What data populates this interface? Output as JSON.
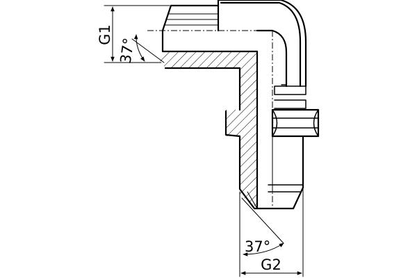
{
  "drawing": {
    "dimension_g1": "G1",
    "dimension_g2": "G2",
    "angle_top": "37°",
    "angle_bottom": "37°"
  }
}
